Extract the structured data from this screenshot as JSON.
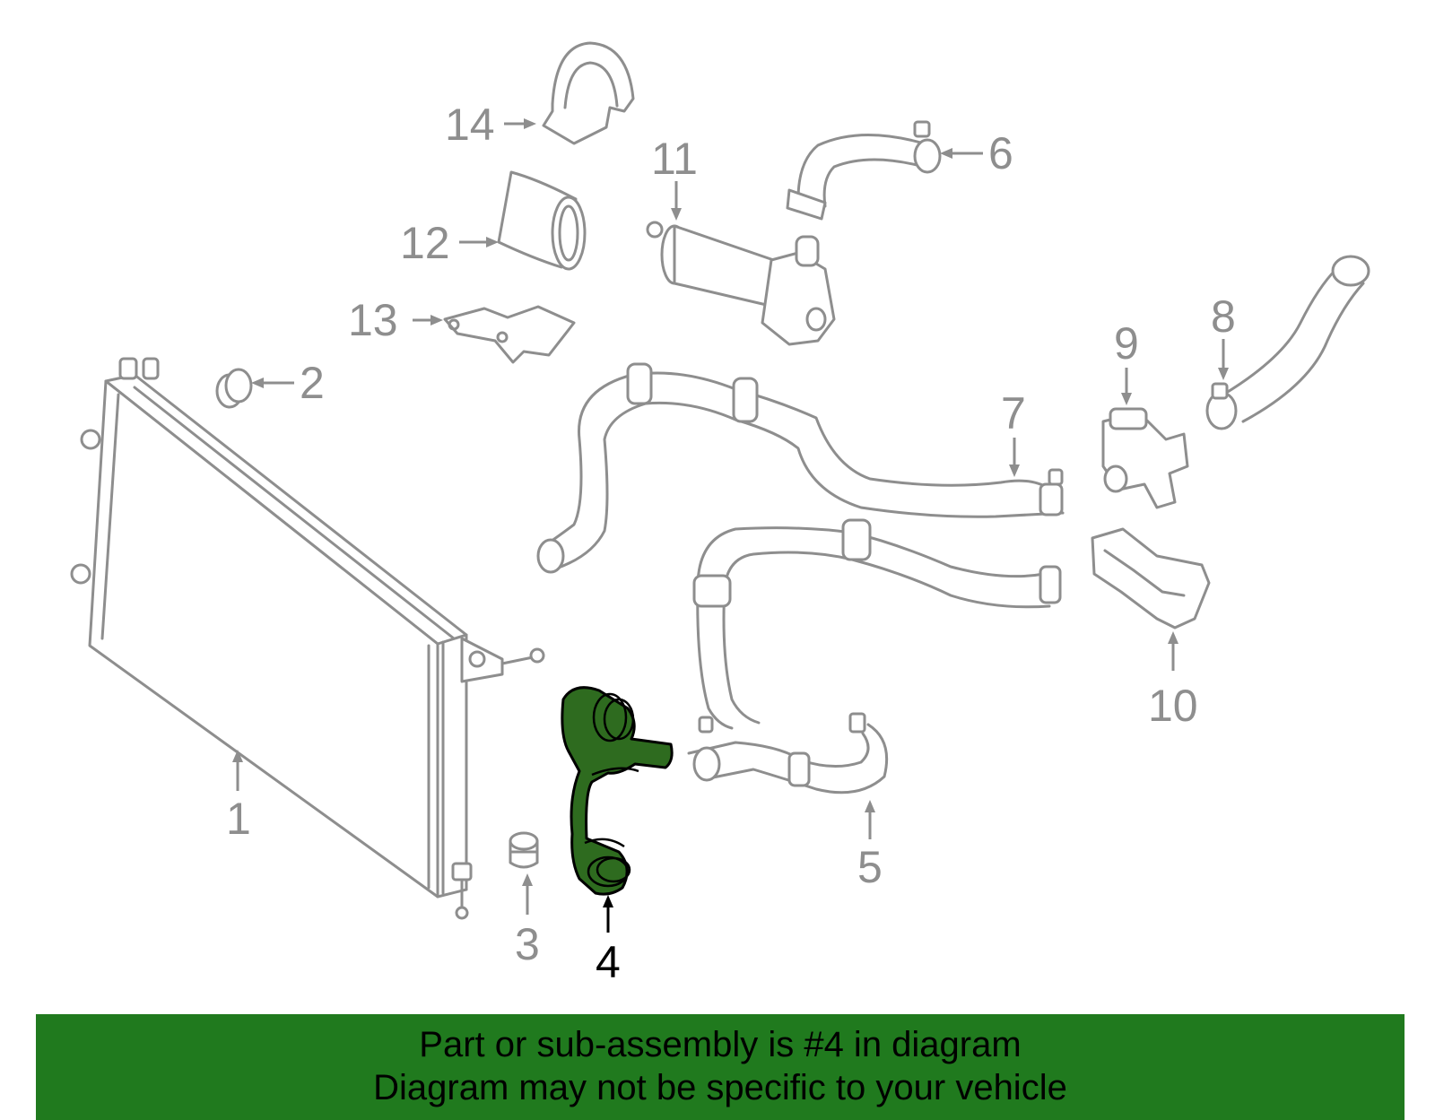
{
  "callouts": {
    "c1": "1",
    "c2": "2",
    "c3": "3",
    "c4": "4",
    "c5": "5",
    "c6": "6",
    "c7": "7",
    "c8": "8",
    "c9": "9",
    "c10": "10",
    "c11": "11",
    "c12": "12",
    "c13": "13",
    "c14": "14"
  },
  "highlighted_part": "4",
  "colors": {
    "highlight_fill": "#2e6b1f",
    "banner_bg": "#207a1e",
    "line_gray": "#8e8e8e"
  },
  "banner": {
    "line1": "Part or sub-assembly is #4 in diagram",
    "line2": "Diagram may not be specific to your vehicle"
  }
}
